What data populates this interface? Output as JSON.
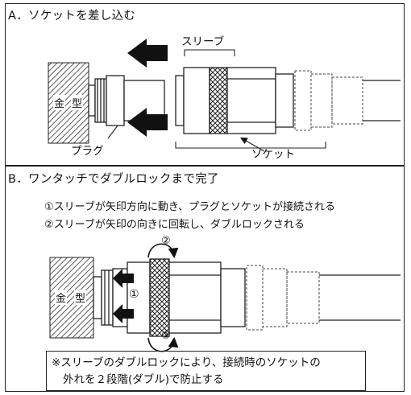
{
  "section_a": {
    "title": "A．ソケットを差し込む",
    "label_sleeve": "スリーブ",
    "label_plug": "プラグ",
    "label_socket": "ソケット",
    "label_mold_left": "金",
    "label_mold_right": "型"
  },
  "section_b": {
    "title": "B．ワンタッチでダブルロックまで完了",
    "step1": "①スリーブが矢印方向に動き、プラグとソケットが接続される",
    "step2": "②スリーブが矢印の向きに回転し、ダブルロックされる",
    "label_mold_left": "金",
    "label_mold_right": "型",
    "marker_1": "①",
    "marker_2_top": "②",
    "marker_2_bottom": "②",
    "note_line1": "※スリーブのダブルロックにより、接続時のソケットの",
    "note_line2": "外れを２段階(ダブル)で防止する"
  }
}
